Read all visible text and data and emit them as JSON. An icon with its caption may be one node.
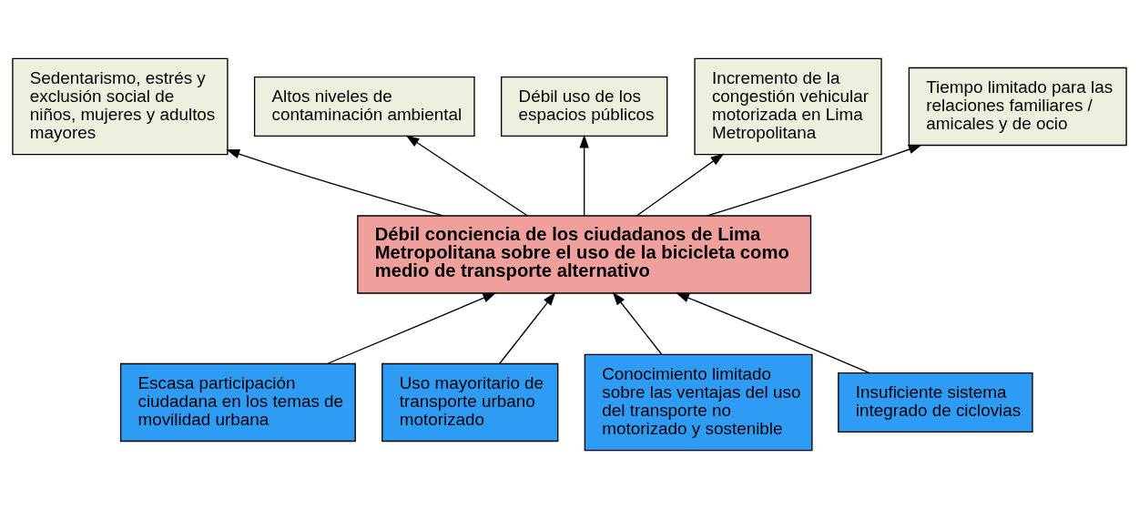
{
  "diagram": {
    "nodes": [
      {
        "text": [
          "Sedentarismo, estrés y exclusión social de niños, mujeres y adultos mayores"
        ]
      },
      {
        "text": [
          "Altos niveles de contaminación ambiental"
        ]
      },
      {
        "text": [
          "Débil uso de los espacios públicos"
        ]
      },
      {
        "text": [
          "Incremento de la congestión vehicular motorizada en Lima Metropolitana"
        ]
      },
      {
        "text": [
          "Tiempo limitado para las relaciones familiares / amicales y de ocio"
        ]
      },
      {
        "text": [
          "Débil conciencia de los ciudadanos de Lima Metropolitana sobre el uso de la bicicleta como medio de transporte alternativo"
        ]
      },
      {
        "text": [
          "Escasa participación ciudadana en los temas de movilidad urbana"
        ]
      },
      {
        "text": [
          "Uso mayoritario de transporte urbano motorizado"
        ]
      },
      {
        "text": [
          "Conocimiento limitado sobre las ventajas del uso del transporte no motorizado y sostenible"
        ]
      },
      {
        "text": [
          "Insuficiente sistema integrado de ciclovias"
        ]
      }
    ],
    "edges": [
      {
        "from": 5,
        "to": 0,
        "arrow": "to"
      },
      {
        "from": 5,
        "to": 1,
        "arrow": "to"
      },
      {
        "from": 5,
        "to": 2,
        "arrow": "to"
      },
      {
        "from": 5,
        "to": 3,
        "arrow": "to"
      },
      {
        "from": 5,
        "to": 4,
        "arrow": "to"
      },
      {
        "from": 6,
        "to": 5,
        "arrow": "to"
      },
      {
        "from": 7,
        "to": 5,
        "arrow": "to"
      },
      {
        "from": 8,
        "to": 5,
        "arrow": "to"
      },
      {
        "from": 9,
        "to": 5,
        "arrow": "to"
      }
    ]
  }
}
